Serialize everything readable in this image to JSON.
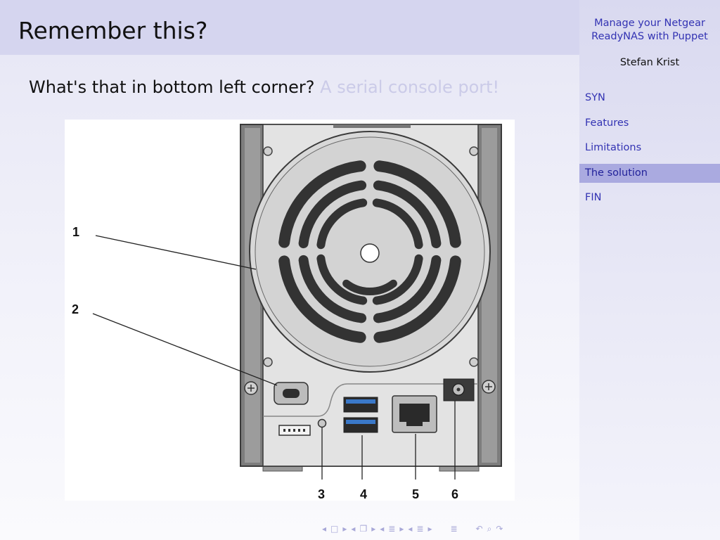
{
  "frame": {
    "title": "Remember this?",
    "question": "What's that in bottom left corner?",
    "answer": "A serial console port!"
  },
  "sidebar": {
    "talk_title_line1": "Manage your Netgear",
    "talk_title_line2": "ReadyNAS with Puppet",
    "author": "Stefan Krist",
    "sections": [
      {
        "label": "SYN"
      },
      {
        "label": "Features"
      },
      {
        "label": "Limitations"
      },
      {
        "label": "The solution",
        "active": true
      },
      {
        "label": "FIN"
      }
    ]
  },
  "figure": {
    "callouts": [
      "1",
      "2",
      "3",
      "4",
      "5",
      "6"
    ]
  },
  "navigation": {
    "icons": [
      "nav-frame-prev-icon",
      "nav-frame-icon",
      "nav-frame-next-icon",
      "nav-subsection-prev-icon",
      "nav-subsection-icon",
      "nav-subsection-next-icon",
      "nav-section-prev-icon",
      "nav-section-icon",
      "nav-section-next-icon",
      "nav-subsubsection-prev-icon",
      "nav-subsubsection-icon",
      "nav-subsubsection-next-icon",
      "nav-document-icon",
      "nav-back-icon",
      "nav-search-icon",
      "nav-forward-icon"
    ]
  },
  "colors": {
    "header": "#d5d5ef",
    "sidebar_link": "#3333b3",
    "active_section": "#aaaae0",
    "answer_text": "#cbcbe8"
  }
}
